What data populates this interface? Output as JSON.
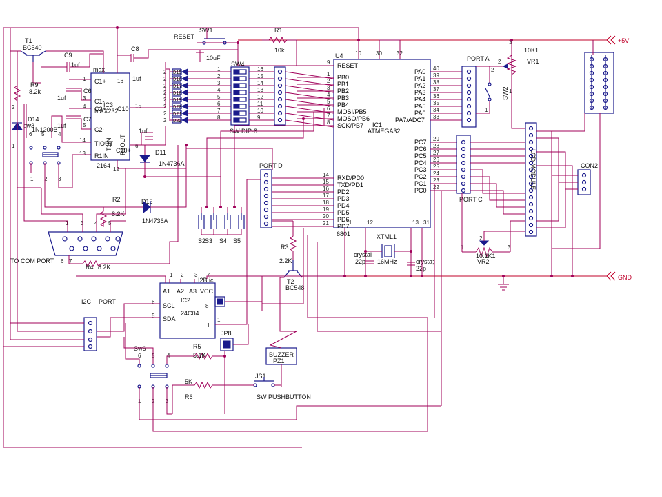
{
  "power": {
    "vcc": "+5V",
    "gnd": "GND"
  },
  "mcu": {
    "ref": "U4",
    "name": "ATMEGA32",
    "ic": "IC1",
    "left_pins": [
      {
        "num": "9",
        "name": "RESET"
      },
      {
        "num": "1",
        "name": "PB0"
      },
      {
        "num": "2",
        "name": "PB1"
      },
      {
        "num": "3",
        "name": "PB2"
      },
      {
        "num": "4",
        "name": "PB3"
      },
      {
        "num": "5",
        "name": "PB4"
      },
      {
        "num": "6",
        "name": "MOSI/PB5"
      },
      {
        "num": "7",
        "name": "MOSO/PB6"
      },
      {
        "num": "8",
        "name": "SCK/PB7"
      }
    ],
    "left_pins_d": [
      {
        "num": "14",
        "name": "RXD/PD0"
      },
      {
        "num": "15",
        "name": "TXD/PD1"
      },
      {
        "num": "16",
        "name": "PD2"
      },
      {
        "num": "17",
        "name": "PD3"
      },
      {
        "num": "18",
        "name": "PD4"
      },
      {
        "num": "19",
        "name": "PD5"
      },
      {
        "num": "20",
        "name": "PD6"
      },
      {
        "num": "21",
        "name": "PD7"
      }
    ],
    "right_pins_a": [
      {
        "num": "40",
        "name": "PA0"
      },
      {
        "num": "39",
        "name": "PA1"
      },
      {
        "num": "38",
        "name": "PA2"
      },
      {
        "num": "37",
        "name": "PA3"
      },
      {
        "num": "36",
        "name": "PA4"
      },
      {
        "num": "35",
        "name": "PA5"
      },
      {
        "num": "34",
        "name": "PA6"
      },
      {
        "num": "33",
        "name": "PA7/ADC7"
      }
    ],
    "right_pins_c": [
      {
        "num": "29",
        "name": "PC7"
      },
      {
        "num": "28",
        "name": "PC6"
      },
      {
        "num": "27",
        "name": "PC5"
      },
      {
        "num": "26",
        "name": "PC4"
      },
      {
        "num": "25",
        "name": "PC3"
      },
      {
        "num": "24",
        "name": "PC2"
      },
      {
        "num": "23",
        "name": "PC1"
      },
      {
        "num": "22",
        "name": "PC0"
      }
    ],
    "top_pins": [
      "10",
      "30",
      "32"
    ],
    "bottom_pins": [
      "11",
      "12",
      "13",
      "31"
    ],
    "tag": "6801"
  },
  "labels": {
    "reset": "RESET",
    "sw1": "SW1",
    "c10uf": "10uF",
    "r1": "R1",
    "r1_val": "10k",
    "port_a": "PORT A",
    "port_c": "PORT C",
    "port_d": "PORT D",
    "sw4": "SW4",
    "sw_dip": "SW DIP-8",
    "vr1": "VR1",
    "vr1_val": "10K1",
    "sw2": "SW2",
    "lcd": "LCD MODULE",
    "con2": "CON2",
    "vr2": "VR2",
    "vr2_val": "10.1K1",
    "t1": "T1",
    "t1_type": "BC540",
    "c9": "C9",
    "c9_val": "1uf",
    "c8": "C8",
    "c8_val": "1uf",
    "max": "max",
    "ic3": "IC3",
    "max232": "MAX232",
    "r9": "R9",
    "r9_val": "8.2k",
    "c6": "C6",
    "c6_val": "1uf",
    "c7": "C7",
    "c7_val": "1uf",
    "d14": "D14",
    "d14_type": "1N1200B",
    "sw3": "sw3",
    "d11": "D11",
    "d11_type": "1N4736A",
    "c_1uf_bottom": "1uf",
    "d12": "D12",
    "d12_type": "1N4736A",
    "r2": "R2",
    "r2_val": "8.2K",
    "r4": "R4",
    "r4_val": "8.2K",
    "com_port": "TO COM PORT",
    "s2": "S2",
    "s3": "S3",
    "s4": "S4",
    "s5": "S5",
    "xtal": "XTML1",
    "xtal_freq": "16MHz",
    "crystal_l": "crystal",
    "crystal_l_val": "22p",
    "crystal_r": "crysta;",
    "crystal_r_val": "22p",
    "r3": "R3",
    "r3_val": "2.2K",
    "t2": "T2",
    "t2_type": "BC548",
    "i2c_ic": "I2B ic",
    "ic2": "IC2",
    "ic2_part": "24C04",
    "i2c_port": "I2C",
    "port": "PORT",
    "jp8": "JP8",
    "buzzer": "BUZZER",
    "pz1": "PZ1",
    "r5": "R5",
    "r5_val": "5.1K",
    "r6": "R6",
    "r6_val": "5K",
    "js1": "JS1",
    "pushbutton": "SW PUSHBUTTON",
    "sw6": "Sw6",
    "max_c1p": "C1+",
    "max_c1m": "C1-",
    "max_c2p": "C2+",
    "max_c2m": "C2-",
    "max_t1out": "TIOUT",
    "max_r1in": "R1IN",
    "max_r1out": "R1OUT",
    "max_t1in": "T1IN",
    "max_c10": "C10",
    "max_c10p": "C10+",
    "max_code": "2164",
    "i2c_a1": "A1",
    "i2c_a2": "A2",
    "i2c_a3": "A3",
    "i2c_vcc": "VCC",
    "i2c_scl": "SCL",
    "i2c_sda": "SDA"
  }
}
